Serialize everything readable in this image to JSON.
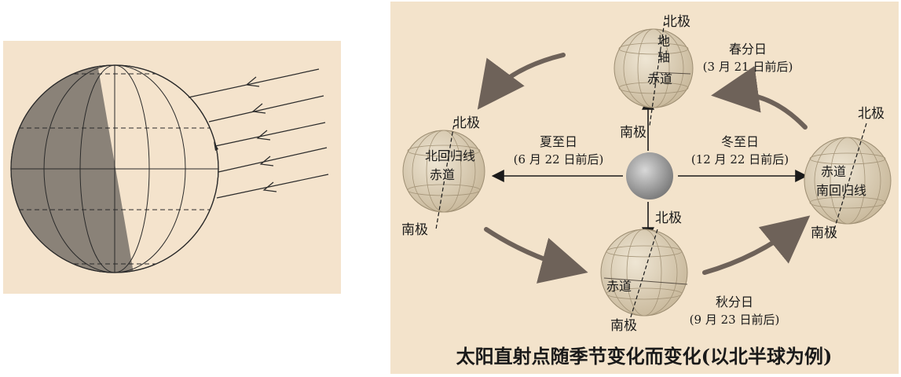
{
  "labels": {
    "north_pole": "北极",
    "south_pole": "南极",
    "axis": "地轴",
    "equator": "赤道",
    "tropic_north": "北回归线",
    "tropic_south": "南回归线"
  },
  "seasons": {
    "spring": {
      "name": "春分日",
      "date": "(3 月 21 日前后)"
    },
    "summer": {
      "name": "夏至日",
      "date": "(6 月 22 日前后)"
    },
    "autumn": {
      "name": "秋分日",
      "date": "(9 月 23 日前后)"
    },
    "winter": {
      "name": "冬至日",
      "date": "(12 月 22 日前后)"
    }
  },
  "caption": "太阳直射点随季节变化而变化(以北半球为例)",
  "colors": {
    "panel_bg": "#f4e3cc",
    "night": "#8a8278",
    "globe": "#d9cdb8",
    "sun": "#9a9a9a",
    "arrow": "#6e6259",
    "line": "#2a2a2a"
  }
}
